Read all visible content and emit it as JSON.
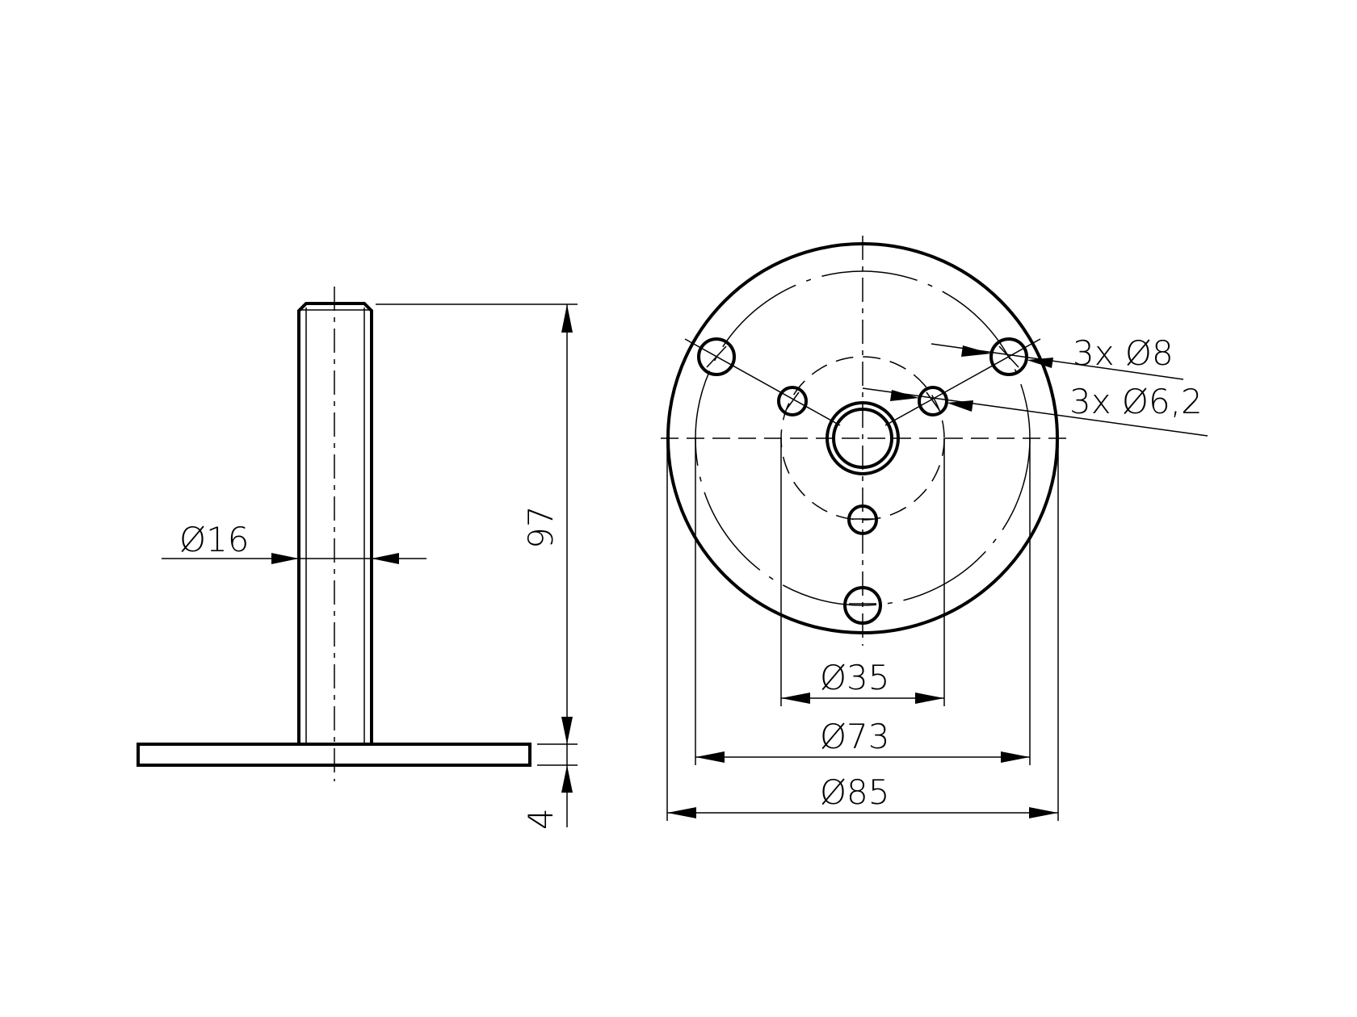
{
  "drawing": {
    "type": "technical-drawing",
    "subject": "threaded stud with round base plate",
    "colors": {
      "line": "#000000",
      "background": "#ffffff"
    },
    "side_view": {
      "dimensions": {
        "shaft_diameter": "Ø16",
        "total_height": "97",
        "plate_thickness": "4"
      }
    },
    "top_view": {
      "dimensions": {
        "large_holes": "3x Ø8",
        "small_holes": "3x Ø6,2",
        "inner_bolt_circle": "Ø35",
        "outer_bolt_circle": "Ø73",
        "plate_diameter": "Ø85"
      }
    }
  }
}
